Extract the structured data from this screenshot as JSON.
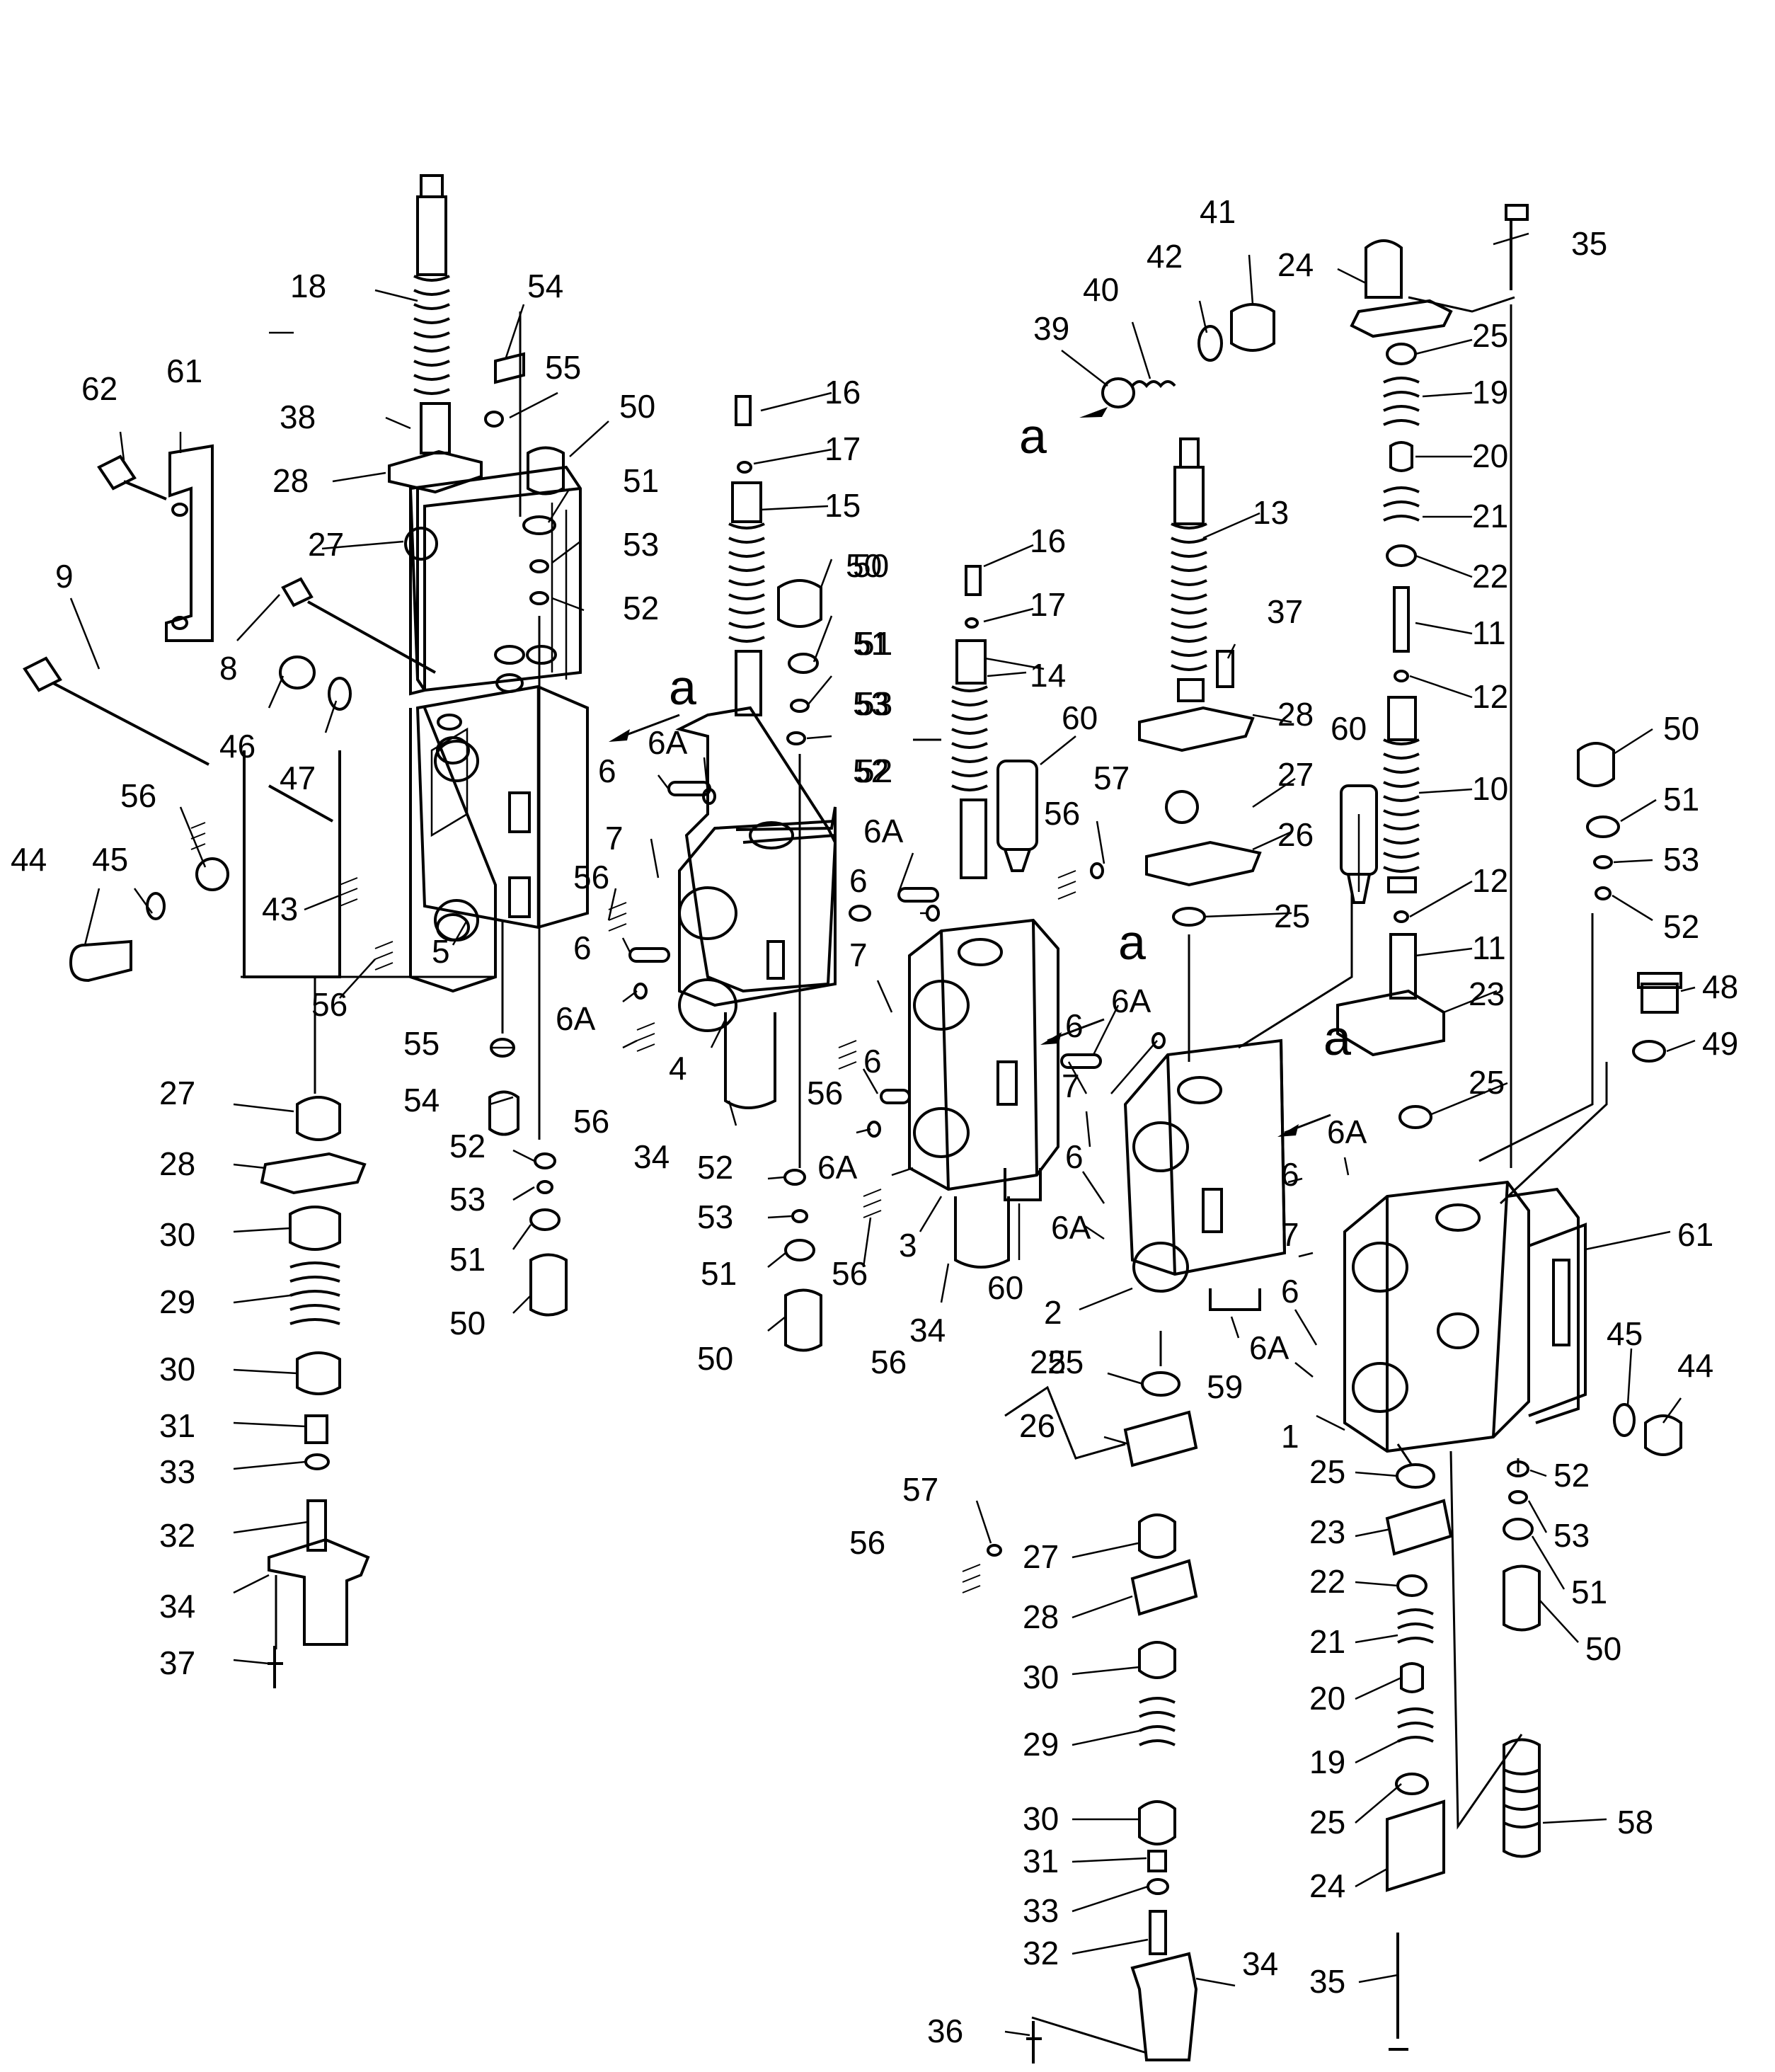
{
  "diagram": {
    "labels": [
      {
        "id": "a_top",
        "text": "a"
      },
      {
        "id": "a_rear",
        "text": "a"
      },
      {
        "id": "a_mid",
        "text": "a"
      },
      {
        "id": "a_mid2",
        "text": "a"
      },
      {
        "id": "a_front",
        "text": "a"
      },
      {
        "id": "p18",
        "text": "18"
      },
      {
        "id": "p54_t",
        "text": "54"
      },
      {
        "id": "p55_t",
        "text": "55"
      },
      {
        "id": "p62",
        "text": "62"
      },
      {
        "id": "p61_t",
        "text": "61"
      },
      {
        "id": "p38",
        "text": "38"
      },
      {
        "id": "p50_t1",
        "text": "50"
      },
      {
        "id": "p28_t1",
        "text": "28"
      },
      {
        "id": "p51_t1",
        "text": "51"
      },
      {
        "id": "p27_t1",
        "text": "27"
      },
      {
        "id": "p53_t1",
        "text": "53"
      },
      {
        "id": "p52_t1",
        "text": "52"
      },
      {
        "id": "p9",
        "text": "9"
      },
      {
        "id": "p8",
        "text": "8"
      },
      {
        "id": "p46",
        "text": "46"
      },
      {
        "id": "p47",
        "text": "47"
      },
      {
        "id": "p56_a",
        "text": "56"
      },
      {
        "id": "p44_l",
        "text": "44"
      },
      {
        "id": "p45_l",
        "text": "45"
      },
      {
        "id": "p43",
        "text": "43"
      },
      {
        "id": "p5",
        "text": "5"
      },
      {
        "id": "p56_b",
        "text": "56"
      },
      {
        "id": "p27_l",
        "text": "27"
      },
      {
        "id": "p55_l",
        "text": "55"
      },
      {
        "id": "p54_l",
        "text": "54"
      },
      {
        "id": "p28_l",
        "text": "28"
      },
      {
        "id": "p52_l",
        "text": "52"
      },
      {
        "id": "p53_l",
        "text": "53"
      },
      {
        "id": "p30_l1",
        "text": "30"
      },
      {
        "id": "p51_l",
        "text": "51"
      },
      {
        "id": "p29_l",
        "text": "29"
      },
      {
        "id": "p50_l",
        "text": "50"
      },
      {
        "id": "p30_l2",
        "text": "30"
      },
      {
        "id": "p31_l",
        "text": "31"
      },
      {
        "id": "p33_l",
        "text": "33"
      },
      {
        "id": "p32_l",
        "text": "32"
      },
      {
        "id": "p34_l",
        "text": "34"
      },
      {
        "id": "p37_l",
        "text": "37"
      },
      {
        "id": "p16_a",
        "text": "16"
      },
      {
        "id": "p17_a",
        "text": "17"
      },
      {
        "id": "p15",
        "text": "15"
      },
      {
        "id": "p50_c1",
        "text": "50"
      },
      {
        "id": "p51_c1",
        "text": "51"
      },
      {
        "id": "p53_c1",
        "text": "53"
      },
      {
        "id": "p52_c1",
        "text": "52"
      },
      {
        "id": "p6_a",
        "text": "6"
      },
      {
        "id": "p6A_a",
        "text": "6A"
      },
      {
        "id": "p7_a",
        "text": "7"
      },
      {
        "id": "p56_c",
        "text": "56"
      },
      {
        "id": "p6_b",
        "text": "6"
      },
      {
        "id": "p6A_b",
        "text": "6A"
      },
      {
        "id": "p4",
        "text": "4"
      },
      {
        "id": "p56_d",
        "text": "56"
      },
      {
        "id": "p34_c",
        "text": "34"
      },
      {
        "id": "p52_c2",
        "text": "52"
      },
      {
        "id": "p53_c2",
        "text": "53"
      },
      {
        "id": "p51_c2",
        "text": "51"
      },
      {
        "id": "p50_c2",
        "text": "50"
      },
      {
        "id": "p16_b",
        "text": "16"
      },
      {
        "id": "p17_b",
        "text": "17"
      },
      {
        "id": "p14",
        "text": "14"
      },
      {
        "id": "p60_a",
        "text": "60"
      },
      {
        "id": "p50_m",
        "text": "50"
      },
      {
        "id": "p51_m",
        "text": "51"
      },
      {
        "id": "p53_m",
        "text": "53"
      },
      {
        "id": "p52_m",
        "text": "52"
      },
      {
        "id": "p6A_c",
        "text": "6A"
      },
      {
        "id": "p6_c",
        "text": "6"
      },
      {
        "id": "p7_b",
        "text": "7"
      },
      {
        "id": "p56_e",
        "text": "56"
      },
      {
        "id": "p6_d",
        "text": "6"
      },
      {
        "id": "p6A_d",
        "text": "6A"
      },
      {
        "id": "p56_f",
        "text": "56"
      },
      {
        "id": "p3",
        "text": "3"
      },
      {
        "id": "p56_g",
        "text": "56"
      },
      {
        "id": "p60_b",
        "text": "60"
      },
      {
        "id": "p34_m",
        "text": "34"
      },
      {
        "id": "p56_h",
        "text": "56"
      },
      {
        "id": "p57_a",
        "text": "57"
      },
      {
        "id": "p39",
        "text": "39"
      },
      {
        "id": "p40",
        "text": "40"
      },
      {
        "id": "p42",
        "text": "42"
      },
      {
        "id": "p41",
        "text": "41"
      },
      {
        "id": "p13",
        "text": "13"
      },
      {
        "id": "p37_m",
        "text": "37"
      },
      {
        "id": "p28_m",
        "text": "28"
      },
      {
        "id": "p60_c",
        "text": "60"
      },
      {
        "id": "p27_m",
        "text": "27"
      },
      {
        "id": "p26_m",
        "text": "26"
      },
      {
        "id": "p25_m",
        "text": "25"
      },
      {
        "id": "p6A_e",
        "text": "6A"
      },
      {
        "id": "p6_e",
        "text": "6"
      },
      {
        "id": "p7_c",
        "text": "7"
      },
      {
        "id": "p6_f",
        "text": "6"
      },
      {
        "id": "p6A_f",
        "text": "6A"
      },
      {
        "id": "p2",
        "text": "2"
      },
      {
        "id": "p25_b",
        "text": "25"
      },
      {
        "id": "p59",
        "text": "59"
      },
      {
        "id": "p6A_g",
        "text": "6A"
      },
      {
        "id": "p6_g",
        "text": "6"
      },
      {
        "id": "p7_d",
        "text": "7"
      },
      {
        "id": "p6_h",
        "text": "6"
      },
      {
        "id": "p6A_h",
        "text": "6A"
      },
      {
        "id": "p24_t",
        "text": "24"
      },
      {
        "id": "p35_t",
        "text": "35"
      },
      {
        "id": "p25_t",
        "text": "25"
      },
      {
        "id": "p19_t",
        "text": "19"
      },
      {
        "id": "p20_t",
        "text": "20"
      },
      {
        "id": "p21_t",
        "text": "21"
      },
      {
        "id": "p22_t",
        "text": "22"
      },
      {
        "id": "p11_t",
        "text": "11"
      },
      {
        "id": "p12_t",
        "text": "12"
      },
      {
        "id": "p10",
        "text": "10"
      },
      {
        "id": "p12_b",
        "text": "12"
      },
      {
        "id": "p11_b",
        "text": "11"
      },
      {
        "id": "p23_t",
        "text": "23"
      },
      {
        "id": "p25_r",
        "text": "25"
      },
      {
        "id": "p50_r",
        "text": "50"
      },
      {
        "id": "p51_r",
        "text": "51"
      },
      {
        "id": "p53_r",
        "text": "53"
      },
      {
        "id": "p52_r",
        "text": "52"
      },
      {
        "id": "p48",
        "text": "48"
      },
      {
        "id": "p49",
        "text": "49"
      },
      {
        "id": "p61_r",
        "text": "61"
      },
      {
        "id": "p45_r",
        "text": "45"
      },
      {
        "id": "p44_r",
        "text": "44"
      },
      {
        "id": "p1",
        "text": "1"
      },
      {
        "id": "p52_r2",
        "text": "52"
      },
      {
        "id": "p53_r2",
        "text": "53"
      },
      {
        "id": "p51_r2",
        "text": "51"
      },
      {
        "id": "p50_r2",
        "text": "50"
      },
      {
        "id": "p58",
        "text": "58"
      },
      {
        "id": "p25_c",
        "text": "25"
      },
      {
        "id": "p26_c",
        "text": "26"
      },
      {
        "id": "p57_c",
        "text": "57"
      },
      {
        "id": "p56_c2",
        "text": "56"
      },
      {
        "id": "p27_c",
        "text": "27"
      },
      {
        "id": "p28_c",
        "text": "28"
      },
      {
        "id": "p30_c1",
        "text": "30"
      },
      {
        "id": "p29_c",
        "text": "29"
      },
      {
        "id": "p30_c2",
        "text": "30"
      },
      {
        "id": "p31_c",
        "text": "31"
      },
      {
        "id": "p33_c",
        "text": "33"
      },
      {
        "id": "p32_c",
        "text": "32"
      },
      {
        "id": "p34_b",
        "text": "34"
      },
      {
        "id": "p36",
        "text": "36"
      },
      {
        "id": "p25_rb1",
        "text": "25"
      },
      {
        "id": "p23_rb",
        "text": "23"
      },
      {
        "id": "p22_rb",
        "text": "22"
      },
      {
        "id": "p21_rb",
        "text": "21"
      },
      {
        "id": "p20_rb",
        "text": "20"
      },
      {
        "id": "p19_rb",
        "text": "19"
      },
      {
        "id": "p25_rb2",
        "text": "25"
      },
      {
        "id": "p24_rb",
        "text": "24"
      },
      {
        "id": "p35_rb",
        "text": "35"
      }
    ]
  }
}
